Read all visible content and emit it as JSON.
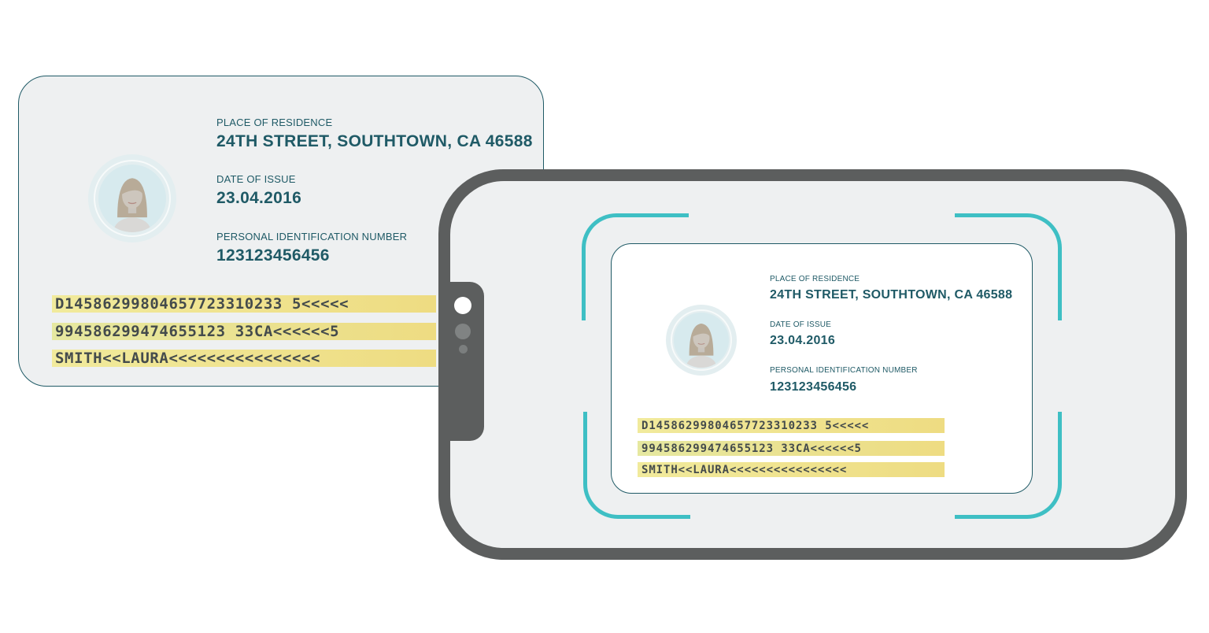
{
  "id_card": {
    "residence_label": "PLACE OF RESIDENCE",
    "residence_value": "24TH STREET, SOUTHTOWN, CA  46588",
    "issue_label": "DATE OF ISSUE",
    "issue_value": "23.04.2016",
    "pin_label": "PERSONAL IDENTIFICATION NUMBER",
    "pin_value": "123123456456",
    "mrz": [
      "D14586299804657723310233 5<<<<<",
      "994586299474655123 33CA<<<<<<5",
      "SMITH<<LAURA<<<<<<<<<<<<<<<<"
    ]
  },
  "scanned_card": {
    "residence_label": "PLACE OF RESIDENCE",
    "residence_value": "24TH STREET, SOUTHTOWN, CA  46588",
    "issue_label": "DATE OF ISSUE",
    "issue_value": "23.04.2016",
    "pin_label": "PERSONAL IDENTIFICATION NUMBER",
    "pin_value": "123123456456",
    "mrz": [
      "D14586299804657723310233 5<<<<<",
      "994586299474655123 33CA<<<<<<5",
      "SMITH<<LAURA<<<<<<<<<<<<<<<<"
    ]
  },
  "icons": [
    "portrait-icon",
    "camera-lens-icon",
    "scan-frame-icon"
  ],
  "colors": {
    "card_bg": "#eef0f1",
    "card_border": "#1f5a66",
    "text": "#1f5a66",
    "mrz_highlight": "#eedc82",
    "phone_body": "#5c5e5e",
    "scan_frame": "#3ebfc4"
  }
}
